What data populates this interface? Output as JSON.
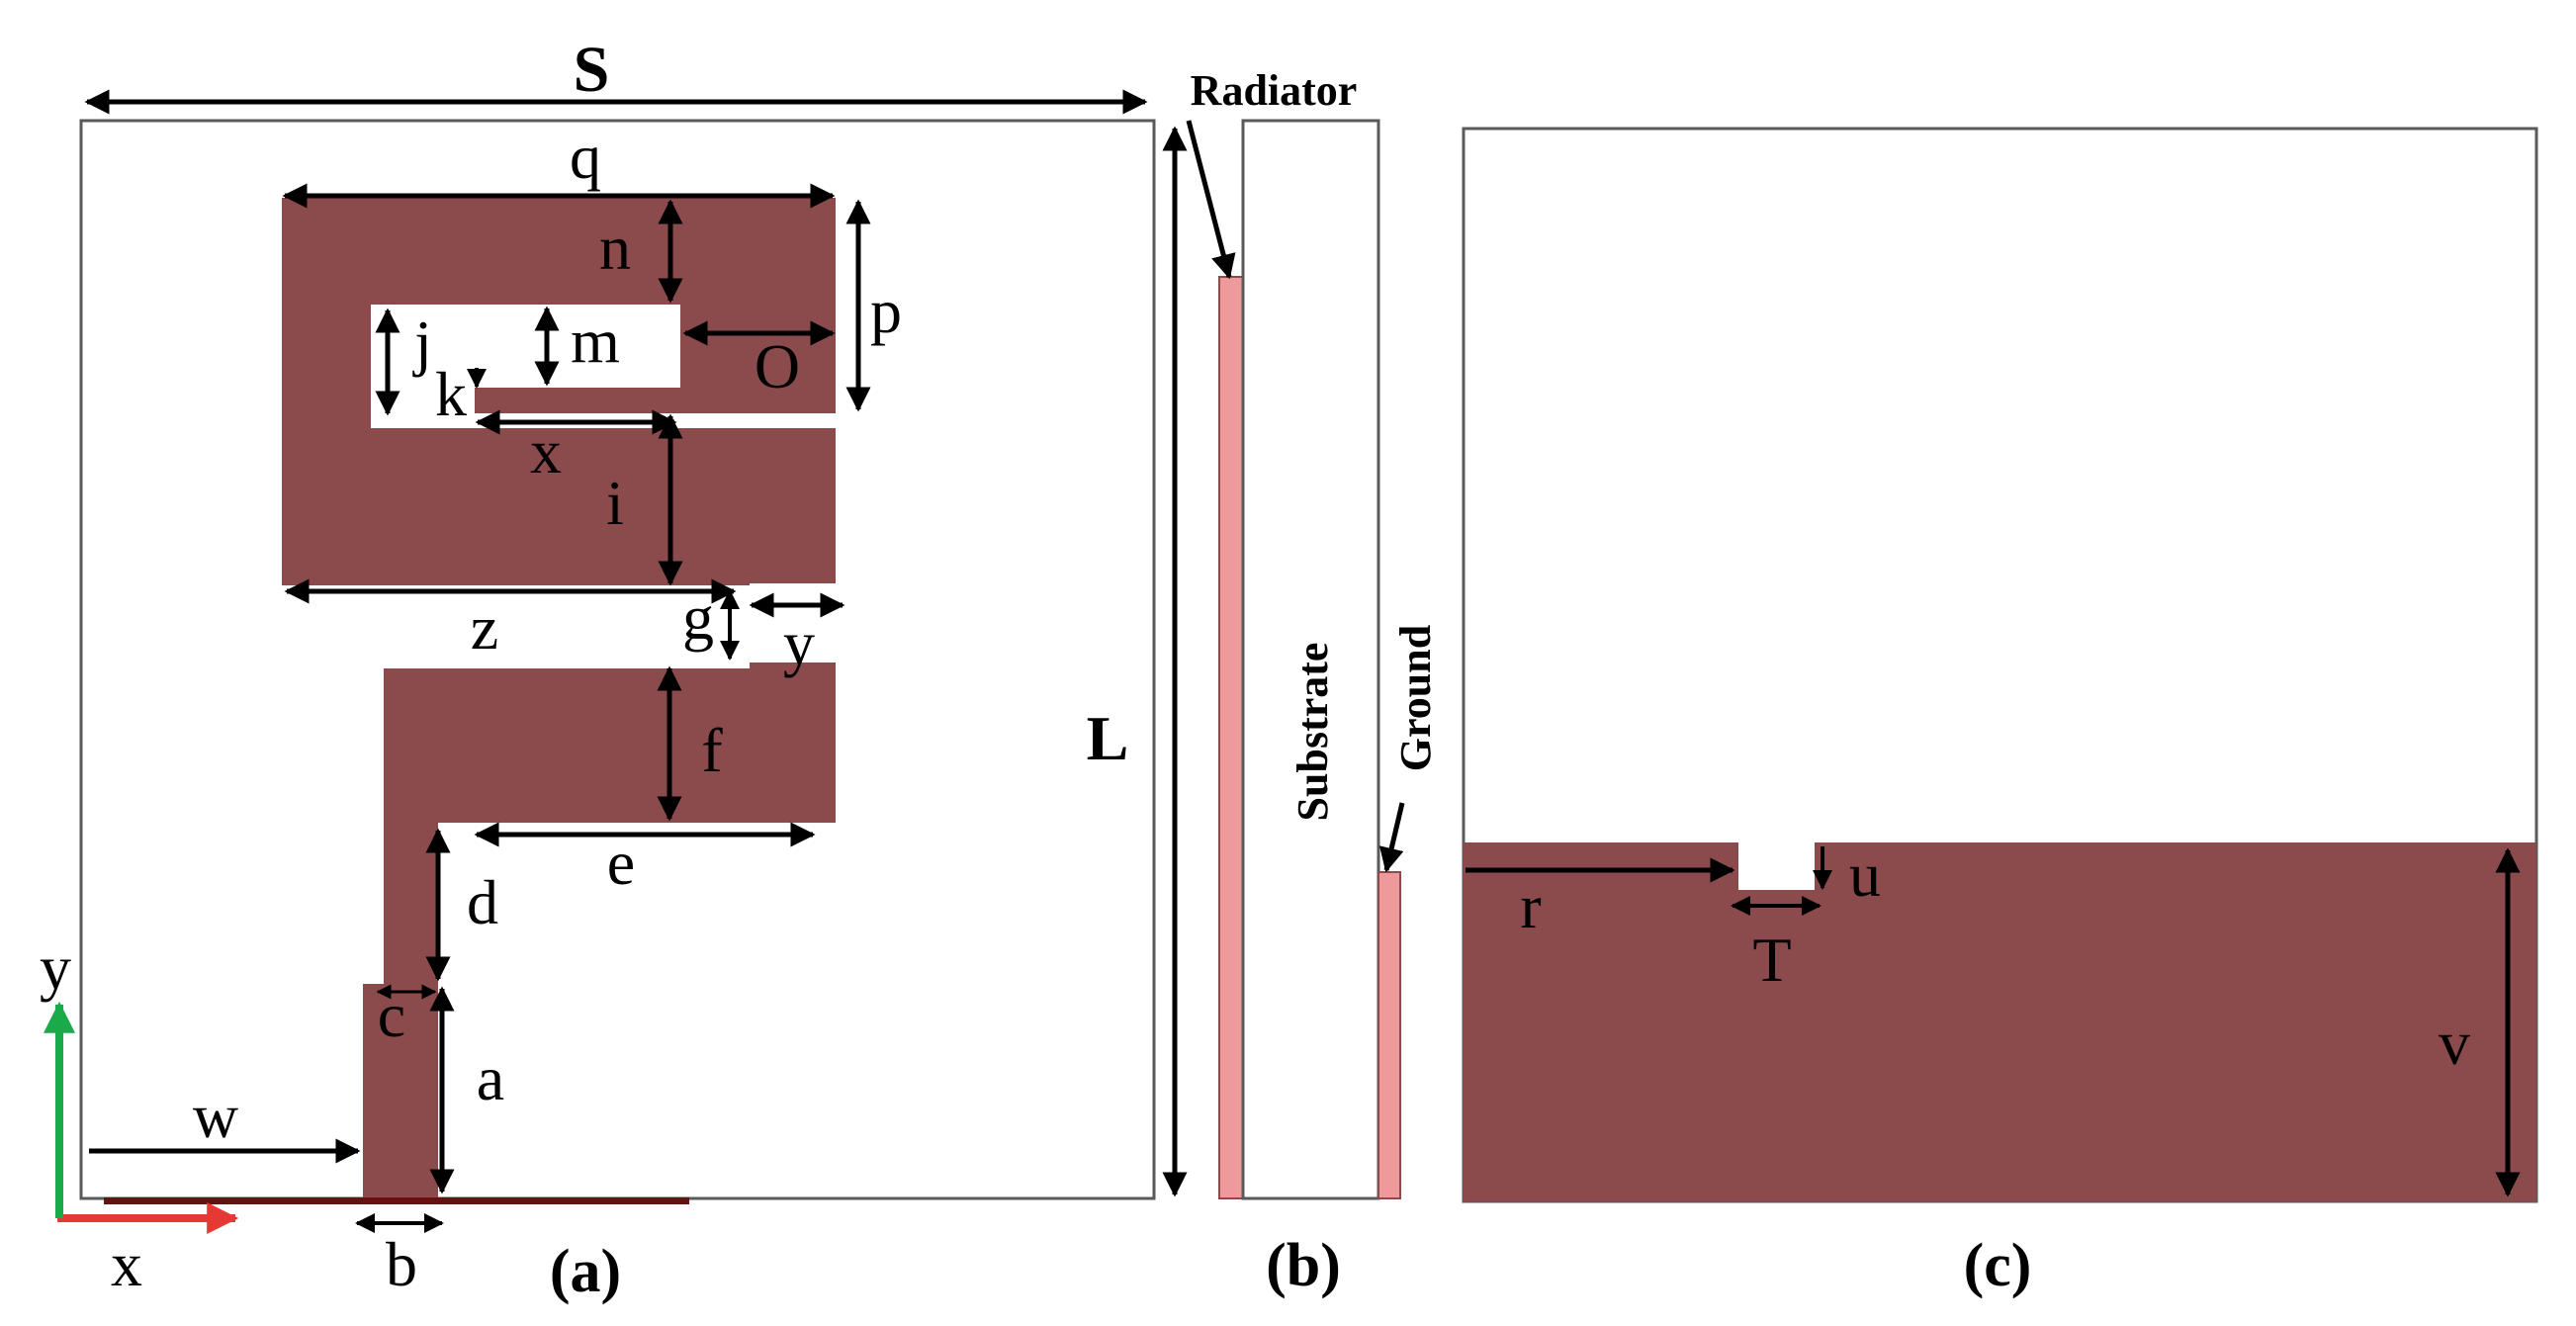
{
  "colors": {
    "metal": "#8b4a4c",
    "layer": "#ef9a9a",
    "axis_x": "#e53935",
    "axis_y": "#1aaa4a",
    "outline": "#5a5a5a",
    "arrow": "#000000"
  },
  "panel_a": {
    "caption": "(a)",
    "dims": {
      "S": "S",
      "L": "L",
      "q": "q",
      "n": "n",
      "p": "p",
      "O": "O",
      "m": "m",
      "j": "j",
      "k": "k",
      "x": "x",
      "i": "i",
      "z": "z",
      "g": "g",
      "y": "y",
      "f": "f",
      "e": "e",
      "d": "d",
      "c": "c",
      "a": "a",
      "w": "w",
      "b": "b"
    },
    "axes": {
      "x_label": "x",
      "y_label": "y"
    }
  },
  "panel_b": {
    "caption": "(b)",
    "radiator": "Radiator",
    "substrate": "Substrate",
    "ground": "Ground"
  },
  "panel_c": {
    "caption": "(c)",
    "dims": {
      "r": "r",
      "u": "u",
      "T": "T",
      "v": "v"
    }
  }
}
